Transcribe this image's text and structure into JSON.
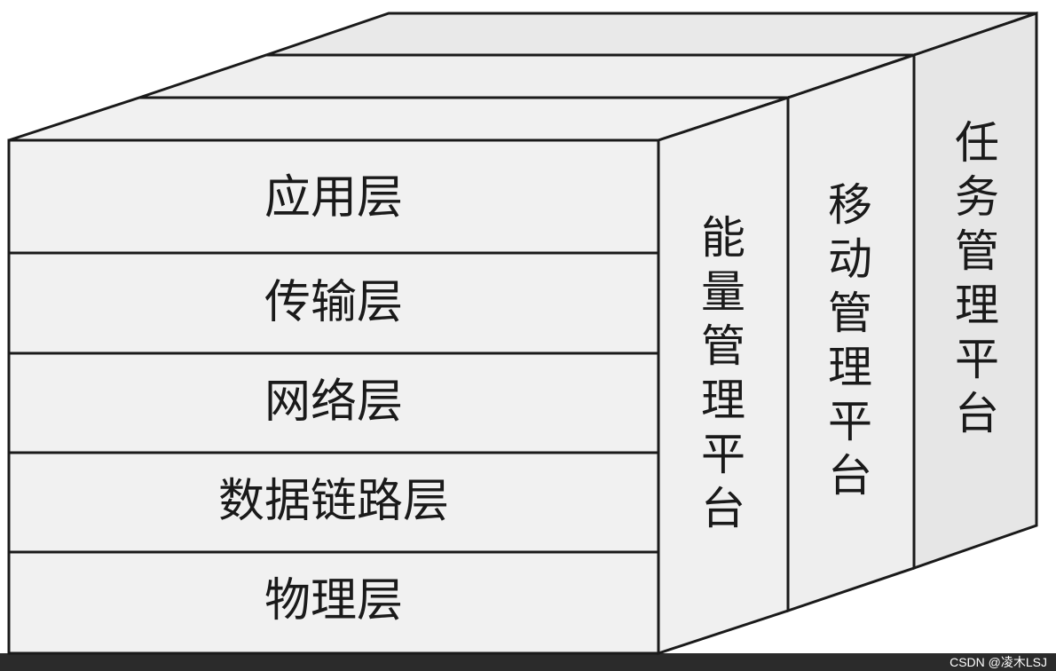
{
  "layers": [
    {
      "label": "应用层"
    },
    {
      "label": "传输层"
    },
    {
      "label": "网络层"
    },
    {
      "label": "数据链路层"
    },
    {
      "label": "物理层"
    }
  ],
  "platforms": [
    {
      "label": "能量管理平台"
    },
    {
      "label": "移动管理平台"
    },
    {
      "label": "任务管理平台"
    }
  ],
  "watermark": "CSDN @凌木LSJ",
  "colors": {
    "face": "#f0f0f0",
    "side": "#ececec",
    "top": "#e8e8e8",
    "stroke": "#1a1a1a",
    "watermark_bg": "#2b2b2b"
  }
}
